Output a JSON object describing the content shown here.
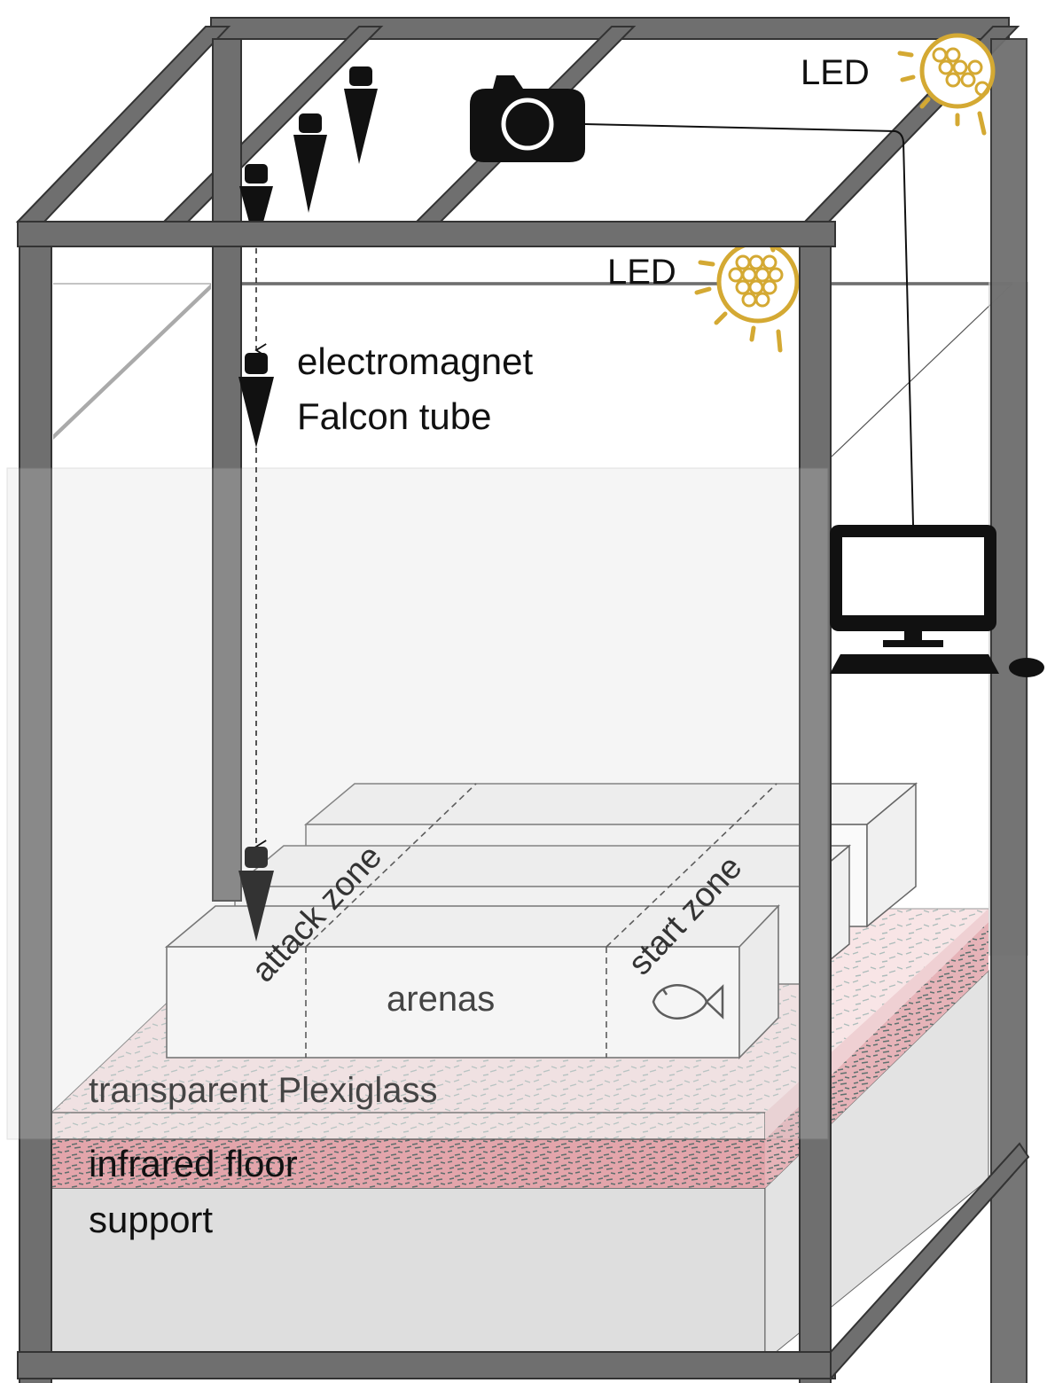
{
  "labels": {
    "led_top": "LED",
    "led_front": "LED",
    "electromagnet": "electromagnet",
    "falcon_tube": "Falcon tube",
    "attack_zone": "attack zone",
    "start_zone": "start zone",
    "arenas": "arenas",
    "plexiglass": "transparent Plexiglass",
    "infrared_floor": "infrared floor",
    "support": "support"
  },
  "icons": [
    "camera-icon",
    "led-icon",
    "computer-icon",
    "mouse-icon",
    "fish-icon",
    "falcon-tube-icon"
  ],
  "colors": {
    "frame": "#6f6f6f",
    "frame_edge": "#333333",
    "led": "#d4a933",
    "infrared": "#e3a5ab",
    "support": "#dcdcdc",
    "text": "#111111"
  }
}
